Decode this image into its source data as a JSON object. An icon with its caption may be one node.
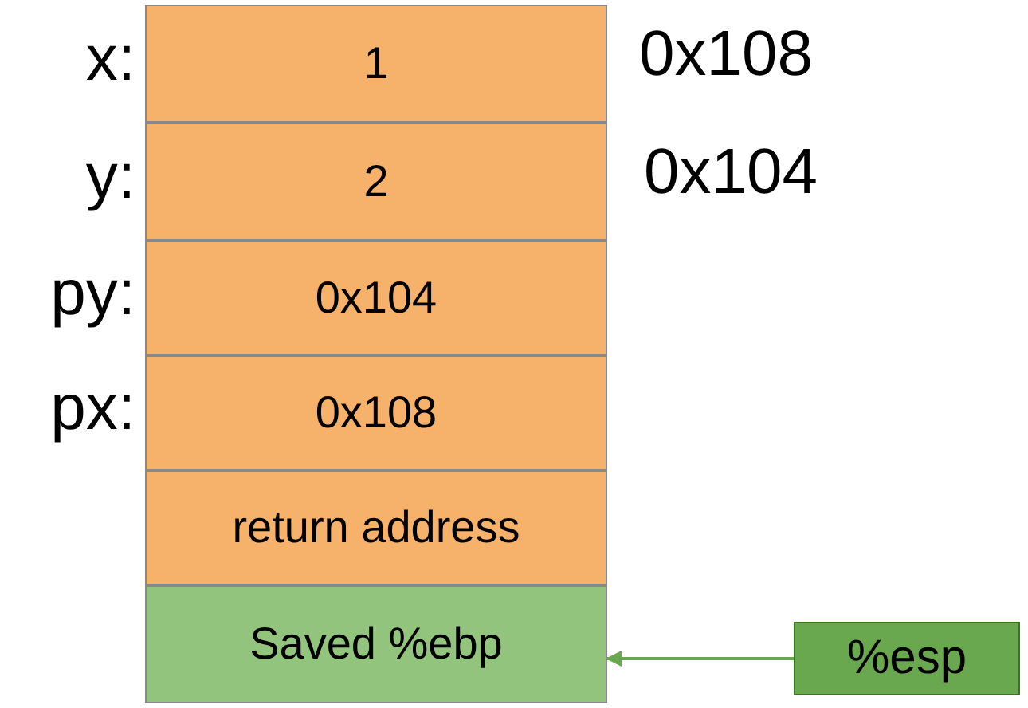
{
  "diagram": {
    "nodes": [
      {
        "text": [
          "1"
        ],
        "beside": [
          "x:",
          "0x108"
        ]
      },
      {
        "text": [
          "2"
        ],
        "beside": [
          "y:",
          "0x104"
        ]
      },
      {
        "text": [
          "0x104"
        ],
        "beside": [
          "py:"
        ]
      },
      {
        "text": [
          "0x108"
        ],
        "beside": [
          "px:"
        ]
      },
      {
        "text": [
          "return address"
        ]
      },
      {
        "text": [
          "Saved %ebp"
        ]
      },
      {
        "text": [
          "%esp"
        ]
      }
    ],
    "edges": [
      {
        "from": 6,
        "to": 5,
        "arrow": "to"
      }
    ]
  }
}
